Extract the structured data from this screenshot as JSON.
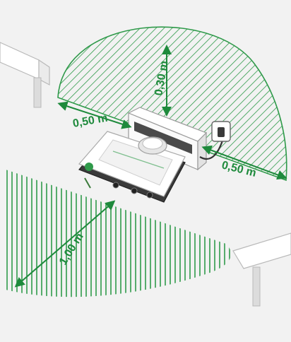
{
  "colors": {
    "background": "#f2f2f2",
    "accent_green": "#1e8a3c",
    "hatch_green": "#2f9a4a",
    "furniture": "#ffffff",
    "outline": "#b9b9b9",
    "robot_dark": "#3a3a3a"
  },
  "dimensions": {
    "top_clearance": "0,30 m",
    "left_clearance": "0,50 m",
    "right_clearance": "0,50 m",
    "front_clearance": "1,00 m"
  },
  "icons": {
    "robot": "robot-vacuum-icon",
    "dock": "charging-dock-icon",
    "plug": "power-plug-icon",
    "table_left": "table-left-icon",
    "table_right": "table-right-icon"
  }
}
